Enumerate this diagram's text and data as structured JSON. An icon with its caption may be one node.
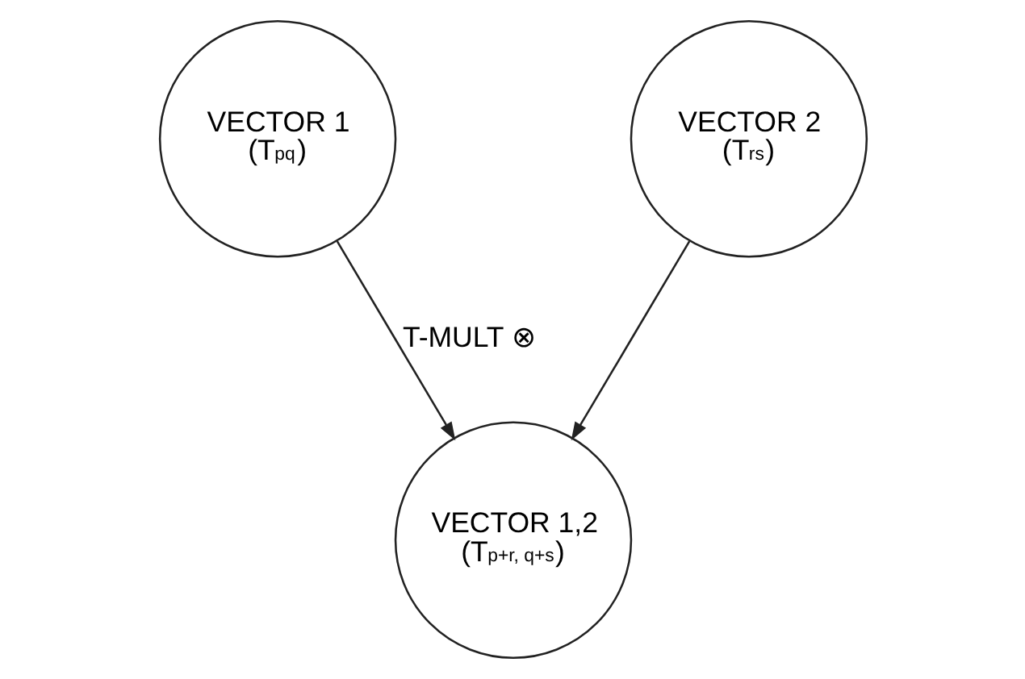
{
  "diagram": {
    "nodes": [
      {
        "text": [
          "VECTOR 1",
          "(T$_{pq}$)"
        ]
      },
      {
        "text": [
          "VECTOR 2",
          "(T$_{rs}$)"
        ]
      },
      {
        "text": [
          "VECTOR 1,2",
          "(T$_{p+r, q+s}$)"
        ]
      }
    ],
    "edges": [
      {
        "from": 0,
        "to": 2,
        "arrow": "to",
        "label": "T-MULT ⊗"
      },
      {
        "from": 1,
        "to": 2,
        "arrow": "to"
      }
    ]
  }
}
